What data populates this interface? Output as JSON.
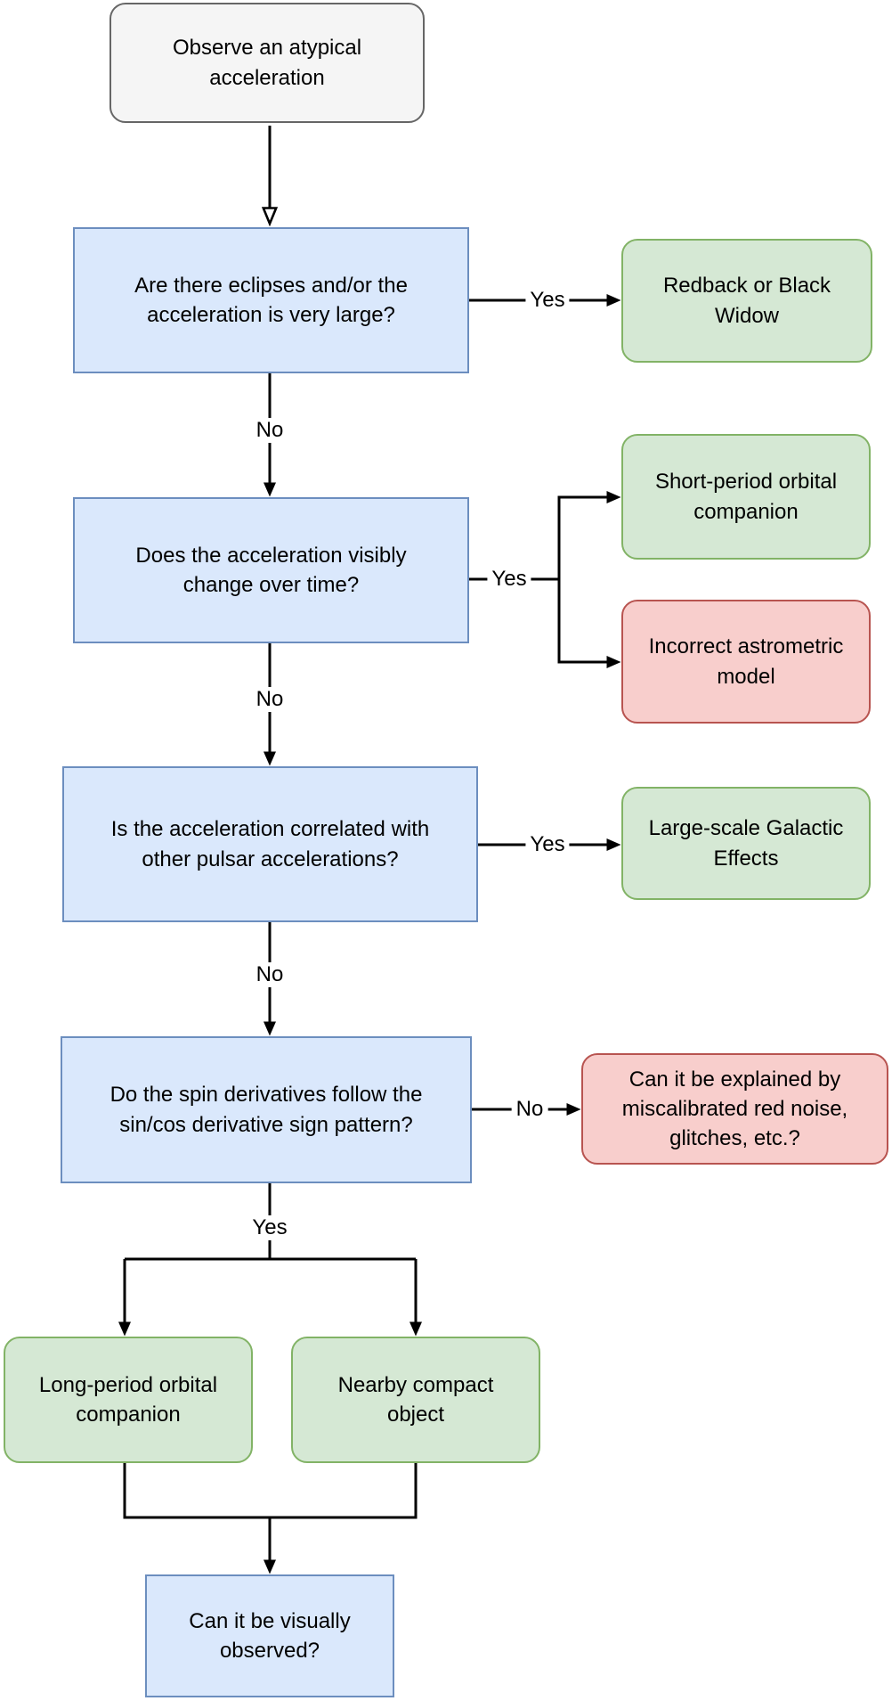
{
  "colors": {
    "start_fill": "#f5f5f5",
    "start_border": "#666666",
    "decision_fill": "#dae8fc",
    "decision_border": "#6c8ebf",
    "positive_fill": "#d5e8d4",
    "positive_border": "#82b366",
    "negative_fill": "#f8cecc",
    "negative_border": "#b85450",
    "connector": "#000000",
    "text": "#000000"
  },
  "nodes": {
    "start": {
      "label": "Observe an atypical acceleration",
      "kind": "start"
    },
    "q_eclipses": {
      "label": "Are there eclipses and/or the acceleration is very large?",
      "kind": "decision"
    },
    "redback": {
      "label": "Redback or Black Widow",
      "kind": "outcome-positive"
    },
    "q_change": {
      "label": "Does the acceleration visibly change over time?",
      "kind": "decision"
    },
    "short_period": {
      "label": "Short-period orbital companion",
      "kind": "outcome-positive"
    },
    "astrometric": {
      "label": "Incorrect astrometric model",
      "kind": "outcome-negative"
    },
    "q_correlated": {
      "label": "Is the acceleration correlated with other pulsar accelerations?",
      "kind": "decision"
    },
    "galactic": {
      "label": "Large-scale Galactic Effects",
      "kind": "outcome-positive"
    },
    "q_spin": {
      "label": "Do the spin derivatives follow the sin/cos derivative sign pattern?",
      "kind": "decision"
    },
    "rednoise": {
      "label": "Can it be explained by miscalibrated red noise, glitches, etc.?",
      "kind": "outcome-negative"
    },
    "long_period": {
      "label": "Long-period orbital companion",
      "kind": "outcome-positive"
    },
    "compact": {
      "label": "Nearby compact object",
      "kind": "outcome-positive"
    },
    "q_visual": {
      "label": "Can it be visually observed?",
      "kind": "decision"
    }
  },
  "edge_labels": {
    "eclipses_yes": "Yes",
    "eclipses_no": "No",
    "change_yes": "Yes",
    "change_no": "No",
    "correlated_yes": "Yes",
    "correlated_no": "No",
    "spin_no": "No",
    "spin_yes": "Yes"
  }
}
